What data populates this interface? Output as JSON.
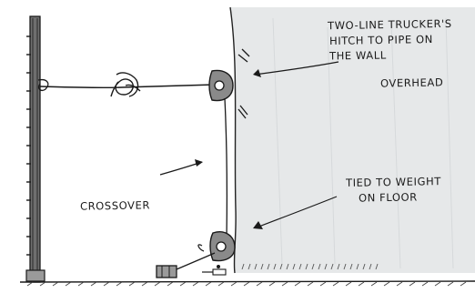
{
  "labels": {
    "hitch_line1": "TWO-LINE TRUCKER'S",
    "hitch_line2": "HITCH TO PIPE ON",
    "hitch_line3": "THE WALL",
    "overhead": "OVERHEAD",
    "tied_line1": "TIED TO WEIGHT",
    "tied_line2": "ON FLOOR",
    "crossover": "CROSSOVER"
  },
  "icons": {
    "upper_pulley": "pulley-block-icon",
    "lower_pulley": "pulley-block-icon",
    "knot": "truckers-hitch-knot-icon",
    "weight": "floor-weight-icon"
  },
  "colors": {
    "ink": "#1a1a1a",
    "drape": "#e6e8e9",
    "pipe_fill": "#6f6f6f",
    "pulley_fill": "#8a8a8a"
  }
}
